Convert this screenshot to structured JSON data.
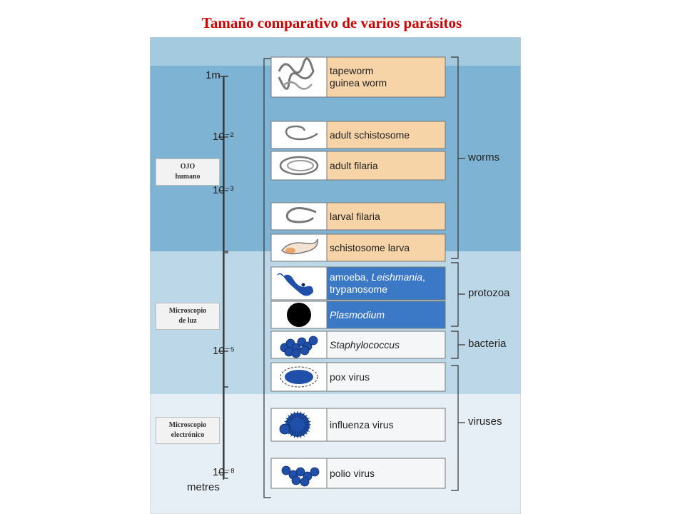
{
  "title": "Tamaño comparativo de varios parásitos",
  "scale": {
    "ticks": [
      "1m",
      "10⁻²",
      "10⁻³",
      "10⁻⁵",
      "10⁻⁸"
    ],
    "unit": "metres"
  },
  "regions": [
    {
      "label_lines": [
        "OJO",
        "humano"
      ]
    },
    {
      "label_lines": [
        "Microscopio",
        "de luz"
      ]
    },
    {
      "label_lines": [
        "Microscopio",
        "electrónico"
      ]
    }
  ],
  "organisms": [
    {
      "lines": [
        "tapeworm",
        "guinea worm"
      ],
      "italic": false,
      "icon": "tapeworm-icon"
    },
    {
      "lines": [
        "adult schistosome"
      ],
      "italic": false,
      "icon": "schistosome-icon"
    },
    {
      "lines": [
        "adult filaria"
      ],
      "italic": false,
      "icon": "filaria-icon"
    },
    {
      "lines": [
        "larval filaria"
      ],
      "italic": false,
      "icon": "larval-filaria-icon"
    },
    {
      "lines": [
        "schistosome larva"
      ],
      "italic": false,
      "icon": "schistosome-larva-icon"
    },
    {
      "lines": [
        "amoeba, ",
        "Leishmania",
        ",",
        "trypanosome"
      ],
      "italic": false,
      "icon": "trypanosome-icon"
    },
    {
      "lines": [
        "Plasmodium"
      ],
      "italic": true,
      "icon": "plasmodium-icon"
    },
    {
      "lines": [
        "Staphylococcus"
      ],
      "italic": true,
      "icon": "staphylococcus-icon"
    },
    {
      "lines": [
        "pox virus"
      ],
      "italic": false,
      "icon": "pox-virus-icon"
    },
    {
      "lines": [
        "influenza virus"
      ],
      "italic": false,
      "icon": "influenza-virus-icon"
    },
    {
      "lines": [
        "polio virus"
      ],
      "italic": false,
      "icon": "polio-virus-icon"
    }
  ],
  "groups": [
    "worms",
    "protozoa",
    "bacteria",
    "viruses"
  ],
  "colors": {
    "title": "#cc0000",
    "band_top": "#7fb3d3",
    "band_mid": "#bcd8e8",
    "band_low": "#e6eff5",
    "worm_box": "#f7d3a8",
    "protozoa_box": "#3b78c6",
    "pathogen_box": "#f4f6f8",
    "organism_blue": "#1f4fa8"
  }
}
